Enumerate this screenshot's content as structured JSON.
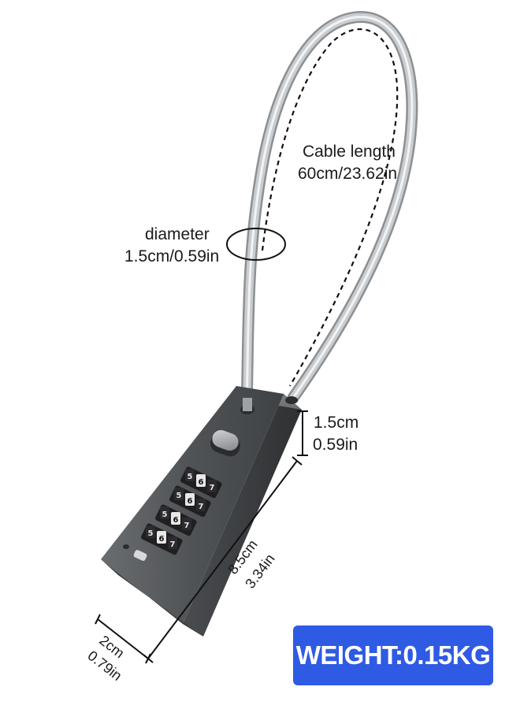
{
  "labels": {
    "cable_length_title": "Cable length",
    "cable_length_value": "60cm/23.62in",
    "diameter_title": "diameter",
    "diameter_value": "1.5cm/0.59in",
    "height_cm": "1.5cm",
    "height_in": "0.59in",
    "length_cm": "8.5cm",
    "length_in": "3.34in",
    "width_cm": "2cm",
    "width_in": "0.79in"
  },
  "badge": {
    "text": "WEIGHT:0.15KG",
    "color": "#2f5ae3"
  },
  "dials": [
    [
      "5",
      "6",
      "7"
    ],
    [
      "5",
      "6",
      "7"
    ],
    [
      "5",
      "6",
      "7"
    ],
    [
      "5",
      "6",
      "7"
    ]
  ],
  "colors": {
    "lock_body": "#55585a",
    "cable": "#b8bcc0",
    "dial": "#1f1f22",
    "dimension_line": "#111111"
  }
}
